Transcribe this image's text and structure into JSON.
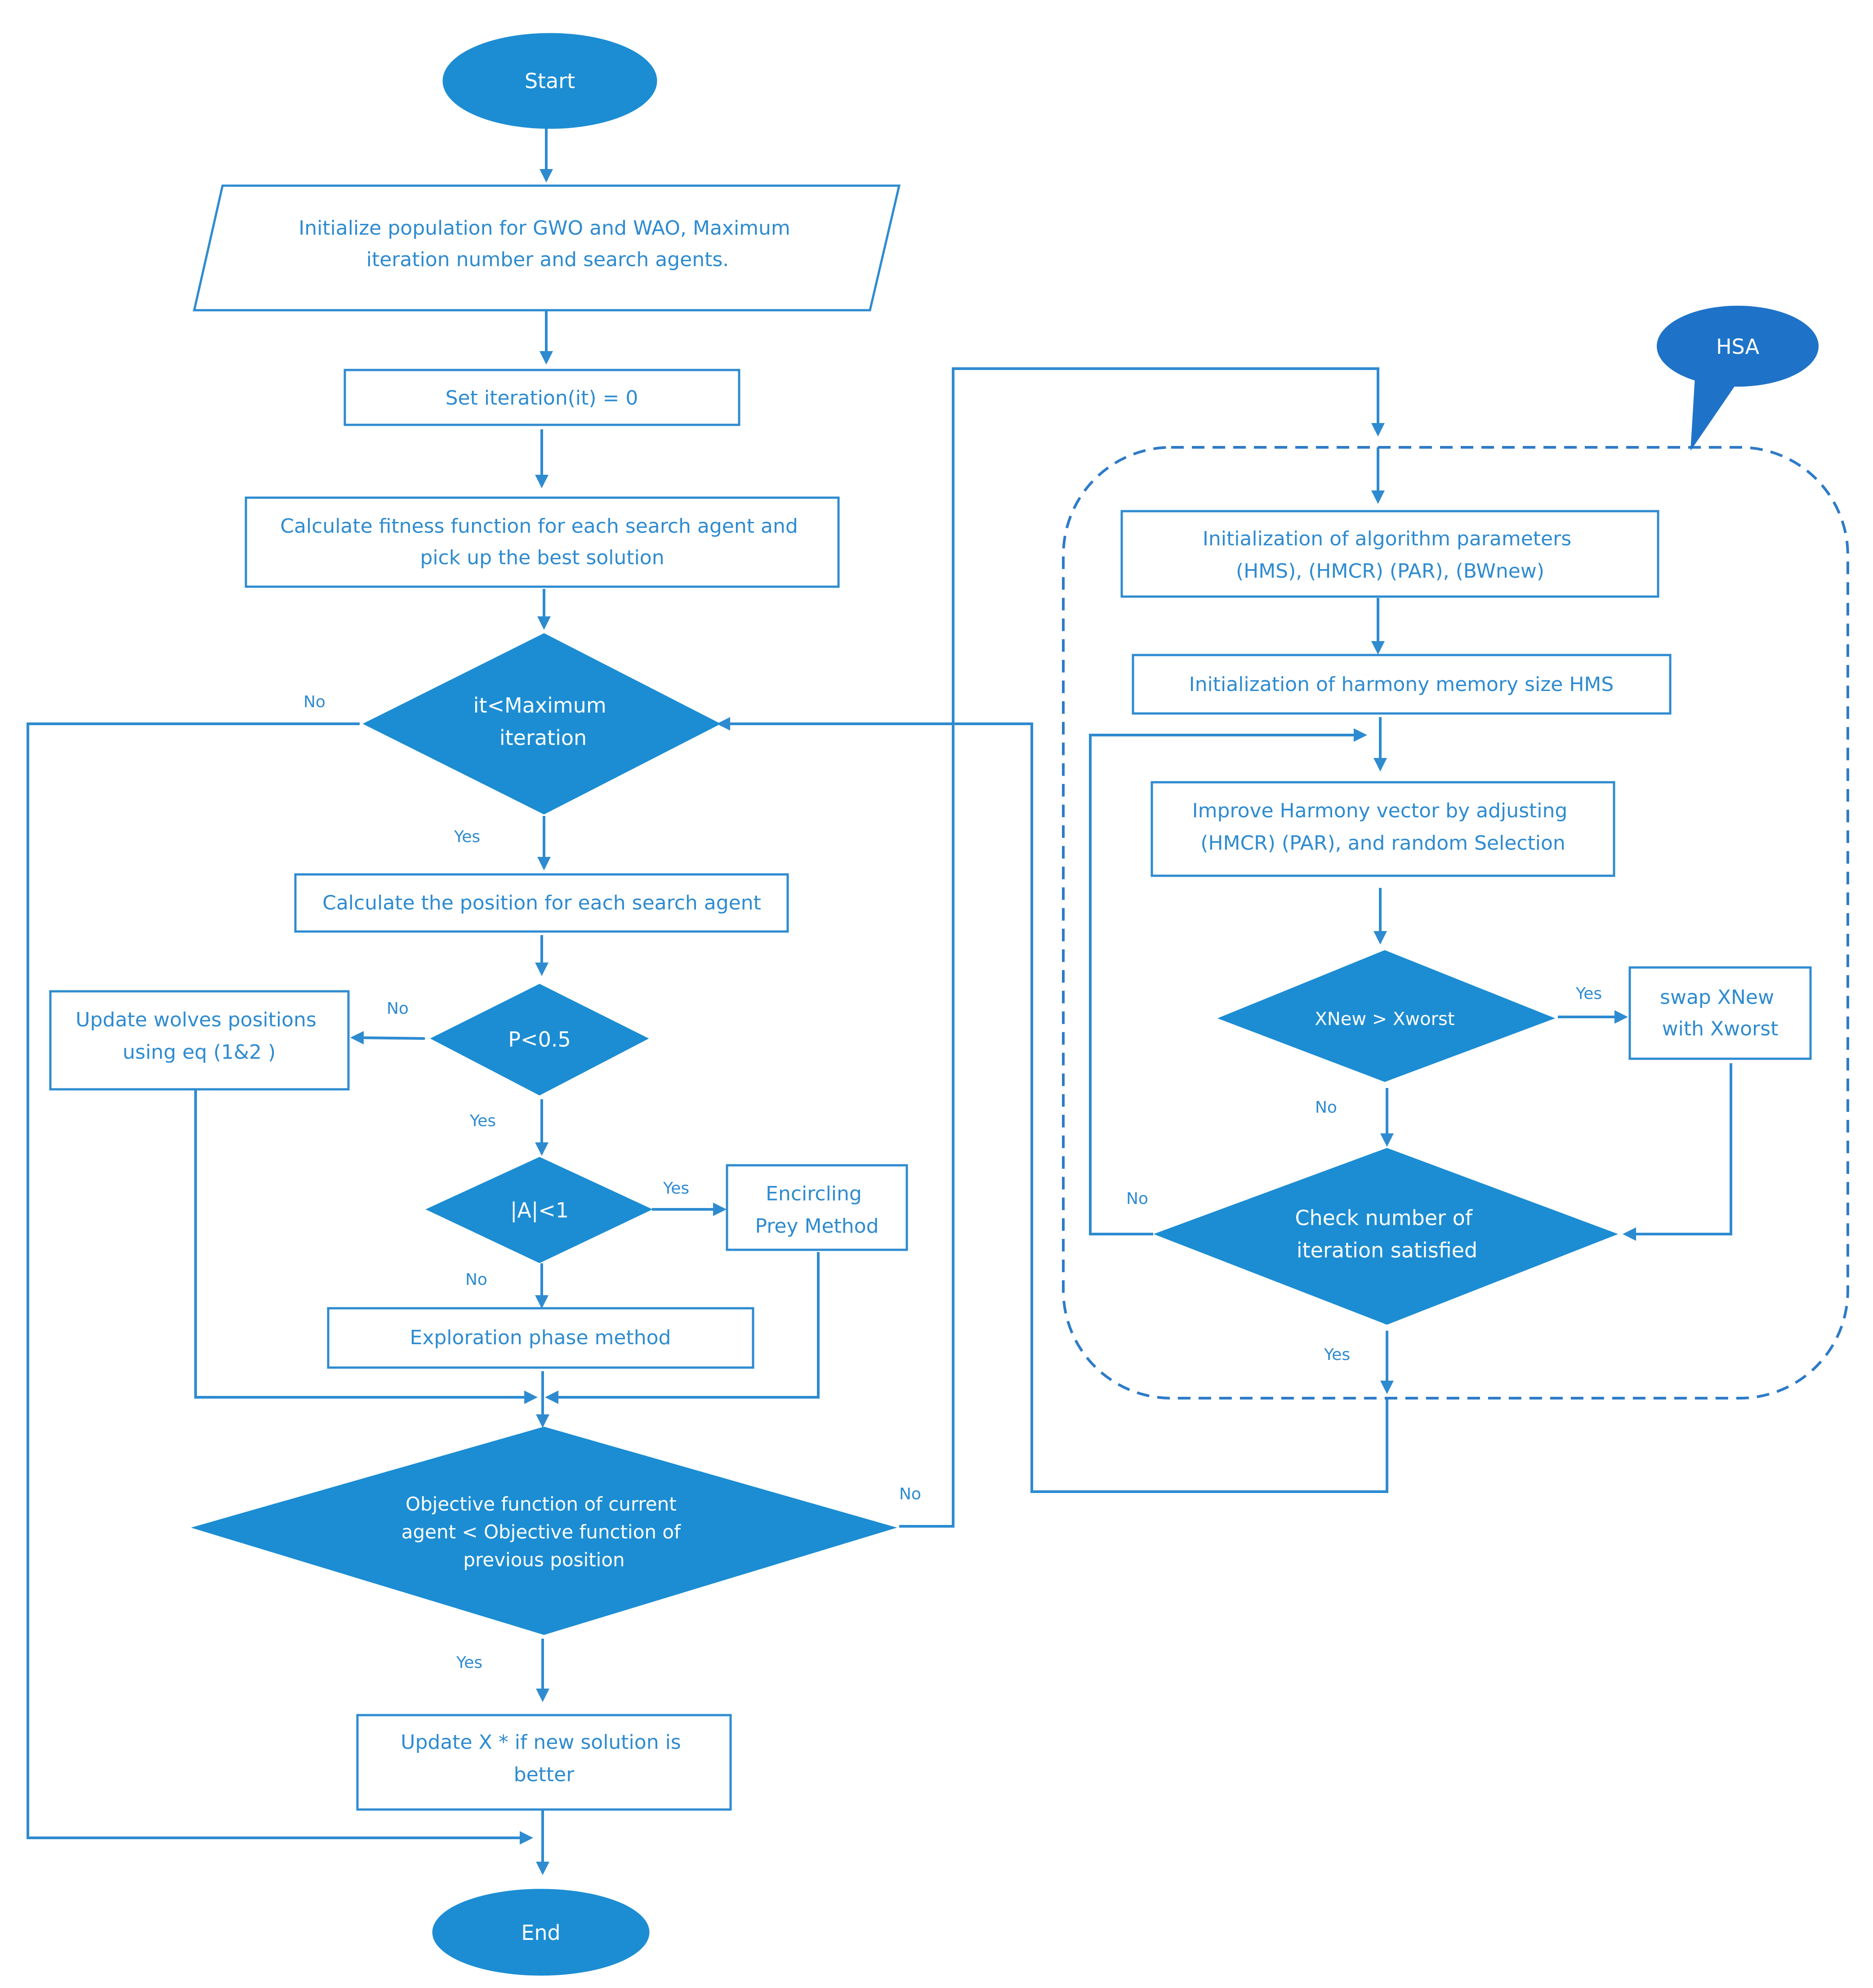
{
  "diagram": {
    "colors": {
      "line": "#2E8BD0",
      "fill": "#1C8DD3",
      "callout": "#1E73C8",
      "text_on_fill": "#ffffff"
    },
    "nodes": {
      "start": {
        "lines": [
          "Start"
        ]
      },
      "init": {
        "lines": [
          "Initialize population for GWO and WAO, Maximum",
          "iteration number and search agents."
        ]
      },
      "set_it": {
        "lines": [
          "Set iteration(it) = 0"
        ]
      },
      "fitness": {
        "lines": [
          "Calculate fitness function for each search agent and",
          "pick up the best solution"
        ]
      },
      "it_max": {
        "lines": [
          "it<Maximum",
          "iteration"
        ]
      },
      "position": {
        "lines": [
          "Calculate the position for each search agent"
        ]
      },
      "p_check": {
        "lines": [
          "P<0.5"
        ]
      },
      "update_wolves": {
        "lines": [
          "Update wolves positions",
          "using eq (1&2 )"
        ]
      },
      "a_check": {
        "lines": [
          "|A|<1"
        ]
      },
      "encircling": {
        "lines": [
          "Encircling",
          "Prey Method"
        ]
      },
      "exploration": {
        "lines": [
          "Exploration phase method"
        ]
      },
      "objective": {
        "lines": [
          "Objective function of current",
          "agent < Objective function of",
          "previous position"
        ]
      },
      "update_x": {
        "lines": [
          "Update  X * if new solution is",
          "better"
        ]
      },
      "end": {
        "lines": [
          "End"
        ]
      },
      "hsa_label": {
        "lines": [
          "HSA"
        ]
      },
      "hsa_params": {
        "lines": [
          "Initialization of algorithm parameters",
          "(HMS), (HMCR) (PAR), (BWnew)"
        ]
      },
      "hsa_memory": {
        "lines": [
          "Initialization of harmony memory size HMS"
        ]
      },
      "hsa_improve": {
        "lines": [
          "Improve Harmony vector by adjusting",
          "(HMCR) (PAR), and random Selection"
        ]
      },
      "hsa_compare": {
        "lines": [
          "XNew > Xworst"
        ]
      },
      "hsa_swap": {
        "lines": [
          "swap XNew",
          "with Xworst"
        ]
      },
      "hsa_check": {
        "lines": [
          "Check number of",
          "iteration satisfied"
        ]
      }
    },
    "edge_labels": {
      "it_no": "No",
      "it_yes": "Yes",
      "p_no": "No",
      "p_yes": "Yes",
      "a_yes": "Yes",
      "a_no": "No",
      "obj_no": "No",
      "obj_yes": "Yes",
      "cmp_yes": "Yes",
      "cmp_no": "No",
      "chk_no": "No",
      "chk_yes": "Yes"
    }
  }
}
